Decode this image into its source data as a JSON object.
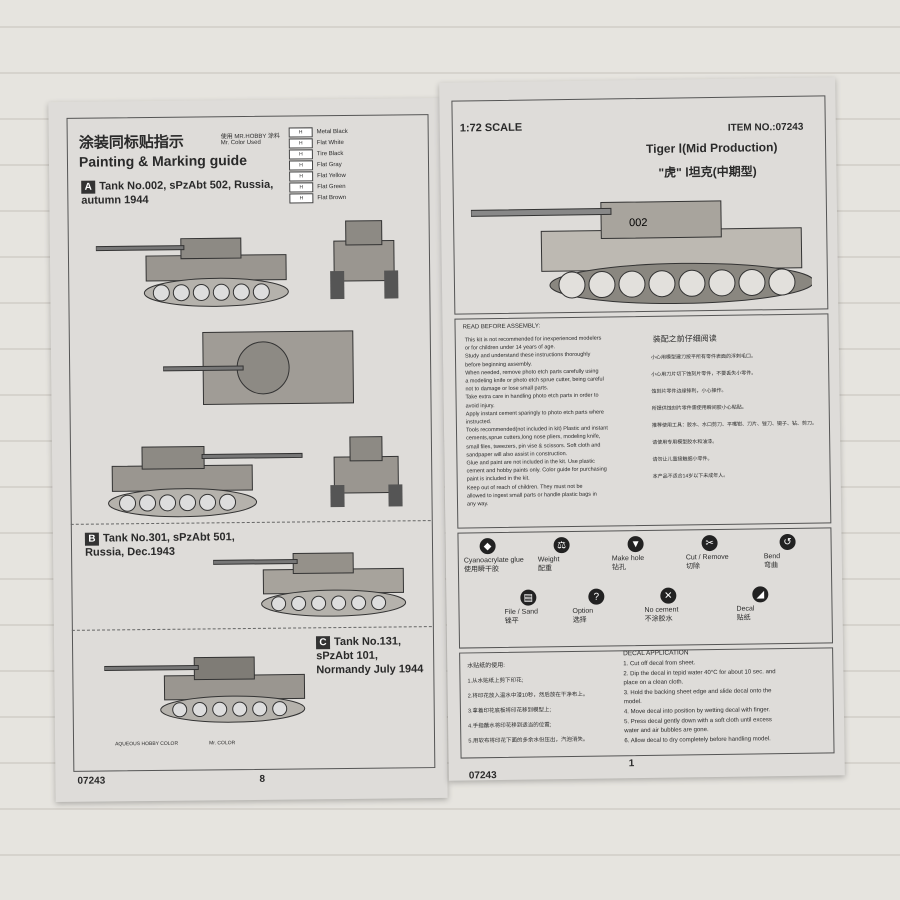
{
  "left": {
    "title_cn": "涂装同标贴指示",
    "title_en": "Painting & Marking guide",
    "color_header_cn": "使用 MR.HOBBY 涂料",
    "color_header_en": "Mr. Color Used",
    "colors": [
      {
        "code": "H",
        "cn": "",
        "en": "Metal Black"
      },
      {
        "code": "H",
        "cn": "",
        "en": "Flat White"
      },
      {
        "code": "H",
        "cn": "",
        "en": "Tire Black"
      },
      {
        "code": "H",
        "cn": "",
        "en": "Flat Gray"
      },
      {
        "code": "H",
        "cn": "",
        "en": "Flat Yellow"
      },
      {
        "code": "H",
        "cn": "",
        "en": "Flat Green"
      },
      {
        "code": "H",
        "cn": "",
        "en": "Flat Brown"
      }
    ],
    "section_a_letter": "A",
    "section_a_title": "Tank No.002, sPzAbt 502, Russia, autumn 1944",
    "section_b_letter": "B",
    "section_b_title": "Tank No.301, sPzAbt 501, Russia, Dec.1943",
    "section_c_letter": "C",
    "section_c_title": "Tank No.131, sPzAbt 101, Normandy July 1944",
    "footer_legend": "AQUEOUS HOBBY COLOR",
    "footer_legend2": "Mr. COLOR",
    "page_code": "07243",
    "page_number": "8"
  },
  "right": {
    "scale": "1:72 SCALE",
    "item_no": "ITEM NO.:07243",
    "model_en": "Tiger Ⅰ(Mid Production)",
    "model_cn": "\"虎\" Ⅰ坦克(中期型)",
    "read_header_en": "READ BEFORE ASSEMBLY:",
    "read_header_cn": "装配之前仔细阅读",
    "read_items_en": [
      "This kit is not recommended for inexperienced modelers",
      "or for children under 14 years of age.",
      "Study and understand these instructions thoroughly",
      "before beginning assembly.",
      "When needed, remove photo etch parts carefully using",
      "a modeling knife or photo etch sprue cutter, being careful",
      "not to damage or lose small parts.",
      "Take extra care in handling photo etch parts in order to",
      "avoid injury.",
      "Apply instant cement sparingly to photo etch parts where",
      "instructed.",
      "Tools recommended(not included in kit) Plastic and instant",
      "cements,sprue cutters,long nose pliers, modeling knife,",
      "small files, tweezers, pin vise & scissors. Soft cloth and",
      "sandpaper will also assist in construction.",
      "Glue and paint are not included in the kit. Use plastic",
      "cement and hobby paints only. Color guide for purchasing",
      "paint is included in the kit.",
      "Keep out of reach of children. They must not be",
      "allowed to ingest small parts or handle plastic bags in",
      "any way."
    ],
    "read_items_cn": [
      "小心用模型建刀按平所有零件表面的浮刺毛口。",
      "小心用刀片切下蚀刻片零件，不要丢失小零件。",
      "蚀刻片零件边缘锋利，小心操作。",
      "所提供蚀刻片零件需使用瞬间胶小心粘贴。",
      "推荐使用工具：胶水、水口剪刀、平嘴钳、刀片、锉刀、镊子、钻、剪刀。",
      "请使用专用模型胶水和油漆。",
      "请勿让儿童接触细小零件。",
      "本产品不适合14岁以下未成年人。"
    ],
    "icons": [
      {
        "en": "Cyanoacrylate glue",
        "cn": "使用瞬干胶",
        "glyph": "◆"
      },
      {
        "en": "Weight",
        "cn": "配重",
        "glyph": "⚖"
      },
      {
        "en": "Make hole",
        "cn": "钻孔",
        "glyph": "▼"
      },
      {
        "en": "Cut / Remove",
        "cn": "切除",
        "glyph": "✂"
      },
      {
        "en": "Bend",
        "cn": "弯曲",
        "glyph": "↺"
      },
      {
        "en": "File / Sand",
        "cn": "锉平",
        "glyph": "▤"
      },
      {
        "en": "Option",
        "cn": "选择",
        "glyph": "?"
      },
      {
        "en": "No cement",
        "cn": "不涂胶水",
        "glyph": "✕"
      },
      {
        "en": "Decal",
        "cn": "贴纸",
        "glyph": "◢"
      }
    ],
    "decal_header_cn": "水贴纸的使用:",
    "decal_steps_cn": [
      "1.从水贴纸上剪下印花;",
      "2.将印花放入温水中浸10秒，然后放在干净布上。",
      "3.拿着印花底板将印花移到模型上;",
      "4.手指蘸水将印花移到适当的位置;",
      "5.用软布将印花下面的多余水份压出，汽泡消失。"
    ],
    "decal_header_en": "DECAL APPLICATION",
    "decal_steps_en": [
      "1. Cut off decal from sheet.",
      "2. Dip the decal in tepid water 40°C for about 10 sec. and",
      "    place on a clean cloth.",
      "3. Hold the backing sheet edge and slide decal onto the",
      "    model.",
      "4. Move decal into position by wetting decal with finger.",
      "5. Press decal gently down with a soft cloth until excess",
      "    water and air bubbles are gone.",
      "6. Allow decal to dry completely before handling model."
    ],
    "page_code": "07243",
    "page_number": "1",
    "tank_number": "002"
  }
}
